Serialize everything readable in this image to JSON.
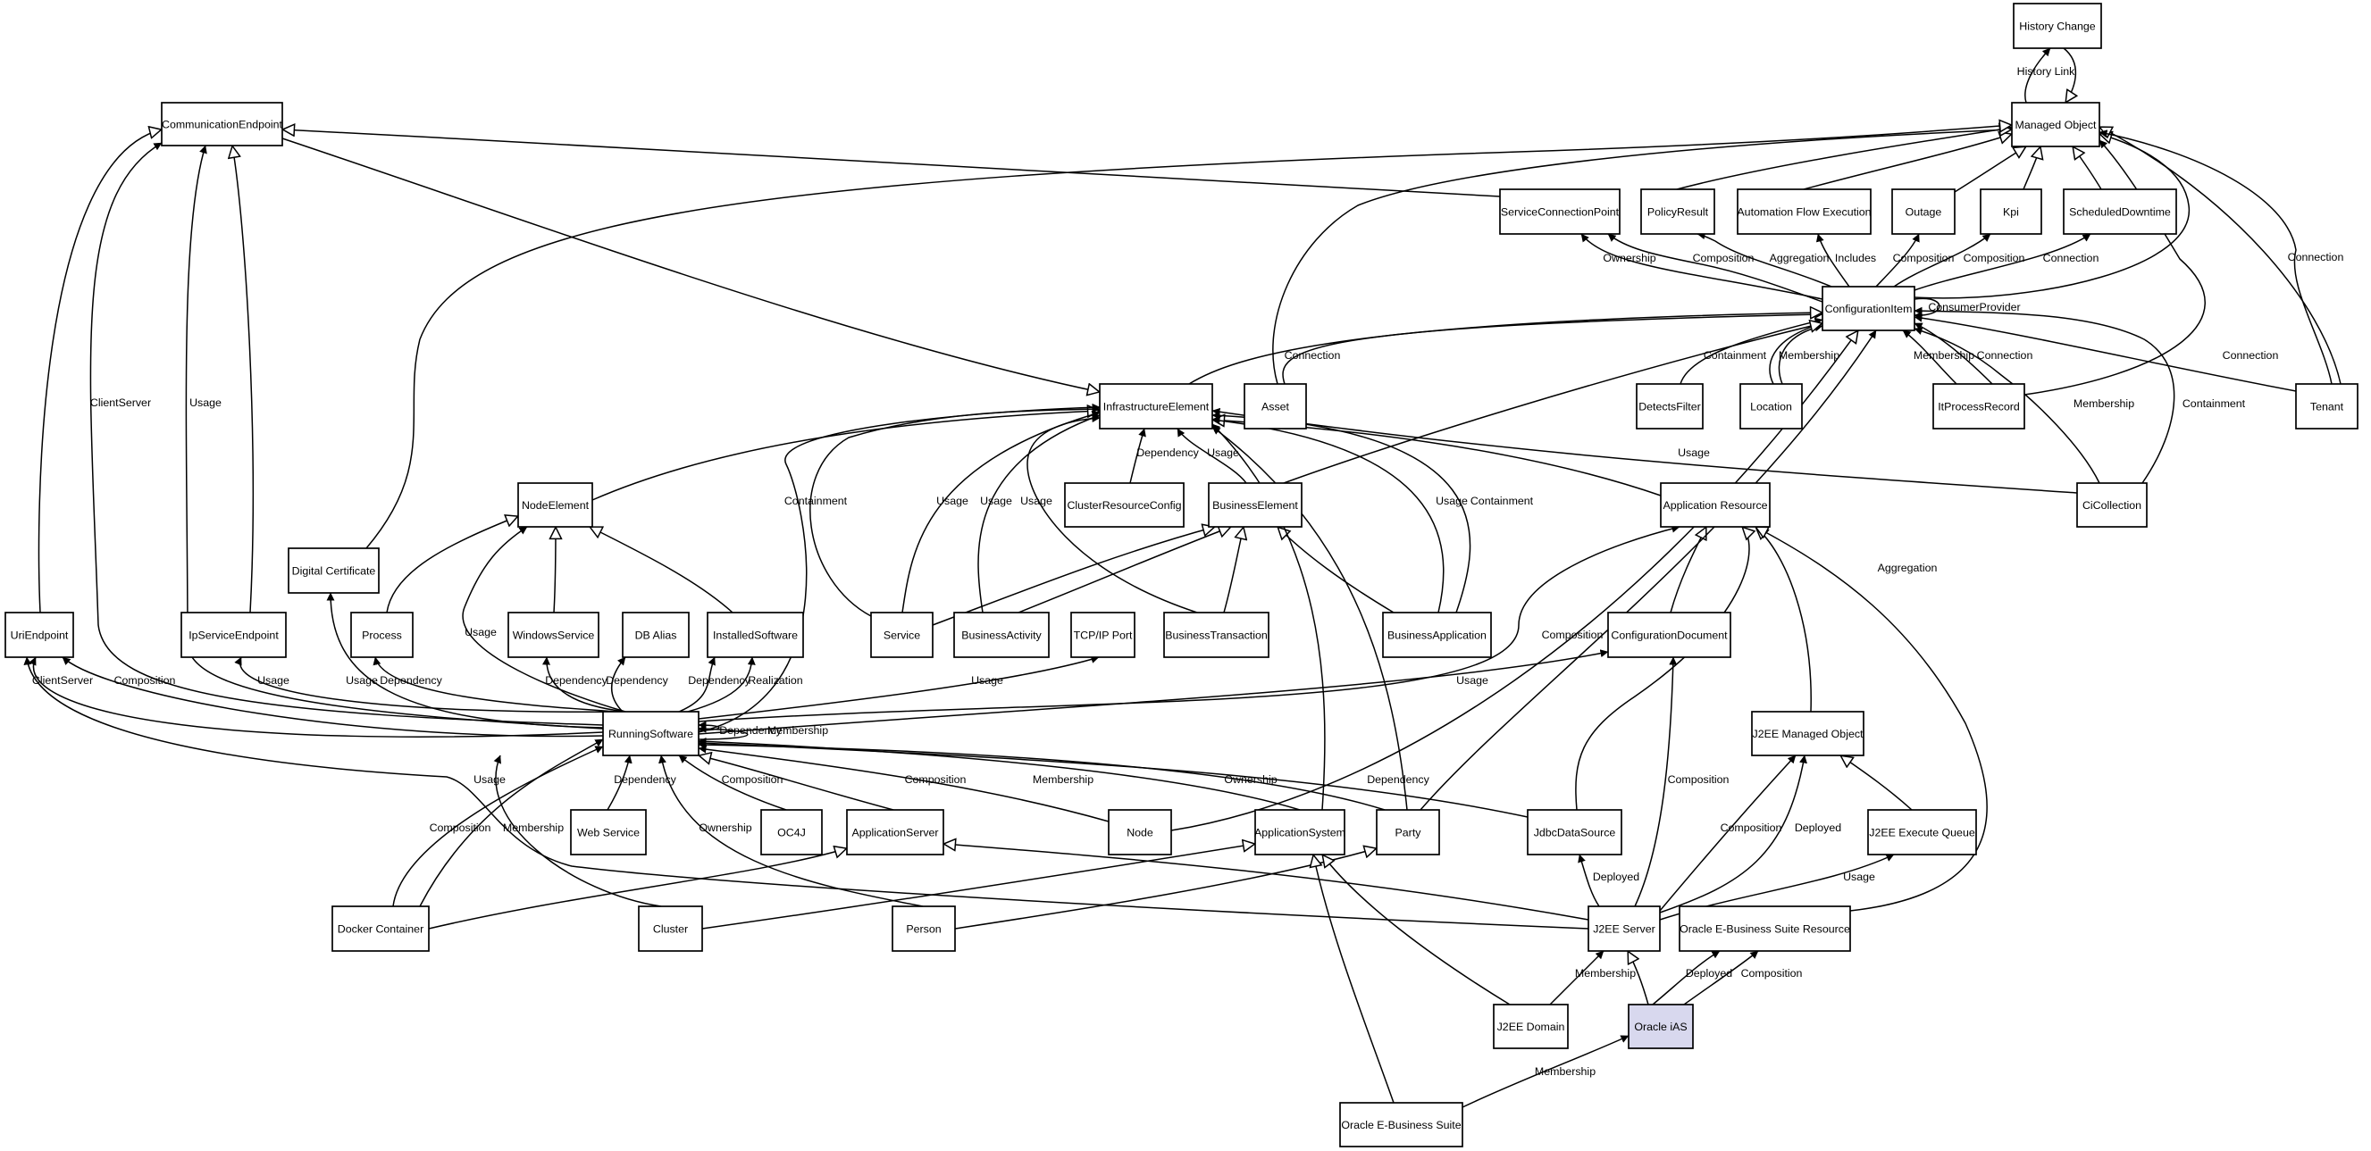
{
  "diagram": {
    "focus_color": "#d8d8ee",
    "line_color": "#000000",
    "nodes": [
      {
        "id": "HistoryChange",
        "label": "History Change"
      },
      {
        "id": "ManagedObject",
        "label": "Managed Object"
      },
      {
        "id": "CommunicationEndpoint",
        "label": "CommunicationEndpoint"
      },
      {
        "id": "ServiceConnectionPoint",
        "label": "ServiceConnectionPoint"
      },
      {
        "id": "PolicyResult",
        "label": "PolicyResult"
      },
      {
        "id": "AutomationFlowExecution",
        "label": "Automation Flow Execution"
      },
      {
        "id": "Outage",
        "label": "Outage"
      },
      {
        "id": "Kpi",
        "label": "Kpi"
      },
      {
        "id": "ScheduledDowntime",
        "label": "ScheduledDowntime"
      },
      {
        "id": "ConfigurationItem",
        "label": "ConfigurationItem"
      },
      {
        "id": "InfrastructureElement",
        "label": "InfrastructureElement"
      },
      {
        "id": "Asset",
        "label": "Asset"
      },
      {
        "id": "DetectsFilter",
        "label": "DetectsFilter"
      },
      {
        "id": "Location",
        "label": "Location"
      },
      {
        "id": "ItProcessRecord",
        "label": "ItProcessRecord"
      },
      {
        "id": "Tenant",
        "label": "Tenant"
      },
      {
        "id": "NodeElement",
        "label": "NodeElement"
      },
      {
        "id": "ClusterResourceConfig",
        "label": "ClusterResourceConfig"
      },
      {
        "id": "BusinessElement",
        "label": "BusinessElement"
      },
      {
        "id": "ApplicationResource",
        "label": "Application Resource"
      },
      {
        "id": "CiCollection",
        "label": "CiCollection"
      },
      {
        "id": "DigitalCertificate",
        "label": "Digital Certificate"
      },
      {
        "id": "UriEndpoint",
        "label": "UriEndpoint"
      },
      {
        "id": "IpServiceEndpoint",
        "label": "IpServiceEndpoint"
      },
      {
        "id": "Process",
        "label": "Process"
      },
      {
        "id": "WindowsService",
        "label": "WindowsService"
      },
      {
        "id": "DBAlias",
        "label": "DB Alias"
      },
      {
        "id": "InstalledSoftware",
        "label": "InstalledSoftware"
      },
      {
        "id": "Service",
        "label": "Service"
      },
      {
        "id": "BusinessActivity",
        "label": "BusinessActivity"
      },
      {
        "id": "TCPIPPort",
        "label": "TCP/IP Port"
      },
      {
        "id": "BusinessTransaction",
        "label": "BusinessTransaction"
      },
      {
        "id": "BusinessApplication",
        "label": "BusinessApplication"
      },
      {
        "id": "ConfigurationDocument",
        "label": "ConfigurationDocument"
      },
      {
        "id": "RunningSoftware",
        "label": "RunningSoftware"
      },
      {
        "id": "J2EEManagedObject",
        "label": "J2EE Managed Object"
      },
      {
        "id": "WebService",
        "label": "Web Service"
      },
      {
        "id": "OC4J",
        "label": "OC4J"
      },
      {
        "id": "ApplicationServer",
        "label": "ApplicationServer"
      },
      {
        "id": "Node",
        "label": "Node"
      },
      {
        "id": "ApplicationSystem",
        "label": "ApplicationSystem"
      },
      {
        "id": "Party",
        "label": "Party"
      },
      {
        "id": "JdbcDataSource",
        "label": "JdbcDataSource"
      },
      {
        "id": "J2EEExecuteQueue",
        "label": "J2EE Execute Queue"
      },
      {
        "id": "DockerContainer",
        "label": "Docker Container"
      },
      {
        "id": "Cluster",
        "label": "Cluster"
      },
      {
        "id": "Person",
        "label": "Person"
      },
      {
        "id": "J2EEServer",
        "label": "J2EE Server"
      },
      {
        "id": "OracleEBSResource",
        "label": "Oracle E-Business Suite Resource"
      },
      {
        "id": "J2EEDomain",
        "label": "J2EE Domain"
      },
      {
        "id": "OracleiAS",
        "label": "Oracle iAS",
        "focus": true
      },
      {
        "id": "OracleEBS",
        "label": "Oracle E-Business Suite"
      }
    ],
    "edges": [
      {
        "from": "ManagedObject",
        "to": "HistoryChange",
        "label": "History Link"
      },
      {
        "from": "HistoryChange",
        "to": "ManagedObject",
        "label": ""
      },
      {
        "from": "PolicyResult",
        "to": "ManagedObject",
        "label": ""
      },
      {
        "from": "AutomationFlowExecution",
        "to": "ManagedObject",
        "label": ""
      },
      {
        "from": "Outage",
        "to": "ManagedObject",
        "label": ""
      },
      {
        "from": "Kpi",
        "to": "ManagedObject",
        "label": ""
      },
      {
        "from": "ScheduledDowntime",
        "to": "ManagedObject",
        "label": ""
      },
      {
        "from": "ConfigurationItem",
        "to": "ManagedObject",
        "label": ""
      },
      {
        "from": "Tenant",
        "to": "ManagedObject",
        "label": ""
      },
      {
        "from": "ItProcessRecord",
        "to": "ManagedObject",
        "label": ""
      },
      {
        "from": "Asset",
        "to": "ManagedObject",
        "label": ""
      },
      {
        "from": "DigitalCertificate",
        "to": "ManagedObject",
        "label": ""
      },
      {
        "from": "ServiceConnectionPoint",
        "to": "CommunicationEndpoint",
        "label": ""
      },
      {
        "from": "ConfigurationItem",
        "to": "ServiceConnectionPoint",
        "label": "Ownership"
      },
      {
        "from": "ConfigurationItem",
        "to": "ServiceConnectionPoint",
        "label": "Composition"
      },
      {
        "from": "ConfigurationItem",
        "to": "PolicyResult",
        "label": "Aggregation"
      },
      {
        "from": "ConfigurationItem",
        "to": "AutomationFlowExecution",
        "label": "Includes"
      },
      {
        "from": "ConfigurationItem",
        "to": "Outage",
        "label": "Composition"
      },
      {
        "from": "ConfigurationItem",
        "to": "Kpi",
        "label": "Composition"
      },
      {
        "from": "ConfigurationItem",
        "to": "ScheduledDowntime",
        "label": "Connection"
      },
      {
        "from": "ConfigurationItem",
        "to": "ConfigurationItem",
        "label": "ConsumerProvider"
      },
      {
        "from": "Tenant",
        "to": "ManagedObject",
        "label": "Connection"
      },
      {
        "from": "Tenant",
        "to": "ConfigurationItem",
        "label": "Connection"
      },
      {
        "from": "ItProcessRecord",
        "to": "ConfigurationItem",
        "label": "Membership"
      },
      {
        "from": "ItProcessRecord",
        "to": "ConfigurationItem",
        "label": "Connection"
      },
      {
        "from": "DetectsFilter",
        "to": "ConfigurationItem",
        "label": "Containment"
      },
      {
        "from": "Location",
        "to": "ConfigurationItem",
        "label": "Membership"
      },
      {
        "from": "Location",
        "to": "ConfigurationItem",
        "label": ""
      },
      {
        "from": "Asset",
        "to": "ConfigurationItem",
        "label": "Connection"
      },
      {
        "from": "InfrastructureElement",
        "to": "ConfigurationItem",
        "label": ""
      },
      {
        "from": "CiCollection",
        "to": "ConfigurationItem",
        "label": "Membership"
      },
      {
        "from": "CiCollection",
        "to": "ConfigurationItem",
        "label": "Containment"
      },
      {
        "from": "CiCollection",
        "to": "InfrastructureElement",
        "label": "Usage"
      },
      {
        "from": "CommunicationEndpoint",
        "to": "InfrastructureElement",
        "label": ""
      },
      {
        "from": "UriEndpoint",
        "to": "CommunicationEndpoint",
        "label": ""
      },
      {
        "from": "IpServiceEndpoint",
        "to": "CommunicationEndpoint",
        "label": ""
      },
      {
        "from": "RunningSoftware",
        "to": "CommunicationEndpoint",
        "label": "ClientServer"
      },
      {
        "from": "RunningSoftware",
        "to": "CommunicationEndpoint",
        "label": "Usage"
      },
      {
        "from": "NodeElement",
        "to": "InfrastructureElement",
        "label": ""
      },
      {
        "from": "ClusterResourceConfig",
        "to": "InfrastructureElement",
        "label": "Dependency"
      },
      {
        "from": "BusinessElement",
        "to": "InfrastructureElement",
        "label": "Usage"
      },
      {
        "from": "BusinessElement",
        "to": "ConfigurationItem",
        "label": ""
      },
      {
        "from": "ApplicationResource",
        "to": "InfrastructureElement",
        "label": ""
      },
      {
        "from": "Service",
        "to": "InfrastructureElement",
        "label": "Containment"
      },
      {
        "from": "Service",
        "to": "InfrastructureElement",
        "label": "Usage"
      },
      {
        "from": "BusinessActivity",
        "to": "InfrastructureElement",
        "label": "Usage"
      },
      {
        "from": "BusinessTransaction",
        "to": "InfrastructureElement",
        "label": "Usage"
      },
      {
        "from": "BusinessApplication",
        "to": "InfrastructureElement",
        "label": "Usage"
      },
      {
        "from": "BusinessApplication",
        "to": "InfrastructureElement",
        "label": "Containment"
      },
      {
        "from": "Service",
        "to": "BusinessElement",
        "label": ""
      },
      {
        "from": "BusinessActivity",
        "to": "BusinessElement",
        "label": ""
      },
      {
        "from": "BusinessTransaction",
        "to": "BusinessElement",
        "label": ""
      },
      {
        "from": "BusinessApplication",
        "to": "BusinessElement",
        "label": ""
      },
      {
        "from": "Process",
        "to": "NodeElement",
        "label": ""
      },
      {
        "from": "WindowsService",
        "to": "NodeElement",
        "label": ""
      },
      {
        "from": "InstalledSoftware",
        "to": "NodeElement",
        "label": ""
      },
      {
        "from": "RunningSoftware",
        "to": "NodeElement",
        "label": "Usage"
      },
      {
        "from": "ConfigurationDocument",
        "to": "ApplicationResource",
        "label": ""
      },
      {
        "from": "J2EEManagedObject",
        "to": "ApplicationResource",
        "label": ""
      },
      {
        "from": "JdbcDataSource",
        "to": "ApplicationResource",
        "label": ""
      },
      {
        "from": "OracleEBSResource",
        "to": "ApplicationResource",
        "label": ""
      },
      {
        "from": "RunningSoftware",
        "to": "ApplicationResource",
        "label": "Composition"
      },
      {
        "from": "RunningSoftware",
        "to": "ConfigurationDocument",
        "label": "Usage"
      },
      {
        "from": "RunningSoftware",
        "to": "UriEndpoint",
        "label": "ClientServer"
      },
      {
        "from": "RunningSoftware",
        "to": "UriEndpoint",
        "label": "Composition"
      },
      {
        "from": "RunningSoftware",
        "to": "IpServiceEndpoint",
        "label": "Usage"
      },
      {
        "from": "RunningSoftware",
        "to": "DigitalCertificate",
        "label": "Usage"
      },
      {
        "from": "RunningSoftware",
        "to": "Process",
        "label": "Dependency"
      },
      {
        "from": "RunningSoftware",
        "to": "WindowsService",
        "label": "Dependency"
      },
      {
        "from": "RunningSoftware",
        "to": "DBAlias",
        "label": "Dependency"
      },
      {
        "from": "RunningSoftware",
        "to": "InstalledSoftware",
        "label": "Dependency"
      },
      {
        "from": "RunningSoftware",
        "to": "InstalledSoftware",
        "label": "Realization"
      },
      {
        "from": "RunningSoftware",
        "to": "TCPIPPort",
        "label": "Usage"
      },
      {
        "from": "RunningSoftware",
        "to": "InfrastructureElement",
        "label": ""
      },
      {
        "from": "RunningSoftware",
        "to": "RunningSoftware",
        "label": "Dependency"
      },
      {
        "from": "RunningSoftware",
        "to": "RunningSoftware",
        "label": "Membership"
      },
      {
        "from": "WebService",
        "to": "RunningSoftware",
        "label": "Dependency"
      },
      {
        "from": "OC4J",
        "to": "RunningSoftware",
        "label": "Composition"
      },
      {
        "from": "ApplicationServer",
        "to": "RunningSoftware",
        "label": ""
      },
      {
        "from": "Node",
        "to": "RunningSoftware",
        "label": "Composition"
      },
      {
        "from": "ApplicationSystem",
        "to": "RunningSoftware",
        "label": "Membership"
      },
      {
        "from": "Party",
        "to": "RunningSoftware",
        "label": "Ownership"
      },
      {
        "from": "JdbcDataSource",
        "to": "RunningSoftware",
        "label": "Dependency"
      },
      {
        "from": "DockerContainer",
        "to": "RunningSoftware",
        "label": "Composition"
      },
      {
        "from": "DockerContainer",
        "to": "RunningSoftware",
        "label": "Usage"
      },
      {
        "from": "Cluster",
        "to": "RunningSoftware",
        "label": "Membership"
      },
      {
        "from": "Person",
        "to": "RunningSoftware",
        "label": "Ownership"
      },
      {
        "from": "J2EEServer",
        "to": "UriEndpoint",
        "label": ""
      },
      {
        "from": "Node",
        "to": "ConfigurationItem",
        "label": ""
      },
      {
        "from": "Party",
        "to": "ConfigurationItem",
        "label": "Aggregation"
      },
      {
        "from": "Party",
        "to": "InfrastructureElement",
        "label": ""
      },
      {
        "from": "ApplicationSystem",
        "to": "InfrastructureElement",
        "label": ""
      },
      {
        "from": "DockerContainer",
        "to": "ApplicationServer",
        "label": ""
      },
      {
        "from": "Cluster",
        "to": "ApplicationSystem",
        "label": ""
      },
      {
        "from": "Person",
        "to": "Party",
        "label": ""
      },
      {
        "from": "J2EEServer",
        "to": "ApplicationServer",
        "label": ""
      },
      {
        "from": "J2EEServer",
        "to": "JdbcDataSource",
        "label": "Deployed"
      },
      {
        "from": "J2EEServer",
        "to": "ConfigurationDocument",
        "label": "Composition"
      },
      {
        "from": "J2EEServer",
        "to": "J2EEManagedObject",
        "label": "Composition"
      },
      {
        "from": "J2EEServer",
        "to": "J2EEManagedObject",
        "label": "Deployed"
      },
      {
        "from": "J2EEServer",
        "to": "J2EEExecuteQueue",
        "label": "Usage"
      },
      {
        "from": "J2EEExecuteQueue",
        "to": "J2EEManagedObject",
        "label": ""
      },
      {
        "from": "J2EEDomain",
        "to": "J2EEServer",
        "label": "Membership"
      },
      {
        "from": "J2EEDomain",
        "to": "ApplicationSystem",
        "label": ""
      },
      {
        "from": "OracleiAS",
        "to": "J2EEServer",
        "label": ""
      },
      {
        "from": "OracleiAS",
        "to": "J2EEServer",
        "label": "Deployed"
      },
      {
        "from": "OracleiAS",
        "to": "OracleEBSResource",
        "label": "Composition"
      },
      {
        "from": "OracleEBS",
        "to": "OracleiAS",
        "label": "Membership"
      },
      {
        "from": "OracleEBS",
        "to": "ApplicationSystem",
        "label": ""
      }
    ]
  }
}
